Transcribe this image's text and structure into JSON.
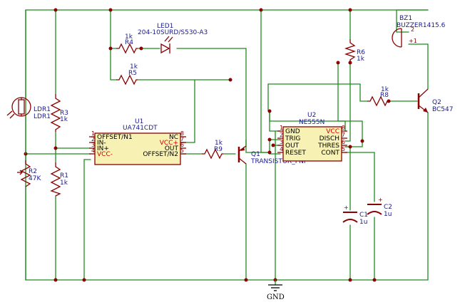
{
  "components": {
    "ldr1": {
      "ref": "LDR1",
      "value": "LDR1"
    },
    "r3": {
      "ref": "R3",
      "value": "1k"
    },
    "r1": {
      "ref": "R1",
      "value": "1k"
    },
    "r2": {
      "ref": "R2",
      "value": "47K"
    },
    "r4": {
      "ref": "R4",
      "value": "1k"
    },
    "r5": {
      "ref": "R5",
      "value": "1k"
    },
    "r9": {
      "ref": "R9",
      "value": "1k"
    },
    "r6": {
      "ref": "R6",
      "value": "1k"
    },
    "r8": {
      "ref": "R8",
      "value": "1k"
    },
    "led1": {
      "ref": "LED1",
      "value": "204-10SURD/S530-A3"
    },
    "u1": {
      "ref": "U1",
      "value": "UA741CDT",
      "left_pins": [
        {
          "num": "1",
          "name": "OFFSET/N1"
        },
        {
          "num": "2",
          "name": "IN-"
        },
        {
          "num": "3",
          "name": "IN+"
        },
        {
          "num": "4",
          "name": "VCC-"
        }
      ],
      "right_pins": [
        {
          "num": "8",
          "name": "NC"
        },
        {
          "num": "7",
          "name": "VCC+"
        },
        {
          "num": "6",
          "name": "OUT"
        },
        {
          "num": "5",
          "name": "OFFSET/N2"
        }
      ]
    },
    "q1": {
      "ref": "Q1",
      "value": "TRANSISTOR_PNP"
    },
    "u2": {
      "ref": "U2",
      "value": "NE555N",
      "left_pins": [
        {
          "num": "1",
          "name": "GND"
        },
        {
          "num": "2",
          "name": "TRIG"
        },
        {
          "num": "3",
          "name": "OUT"
        },
        {
          "num": "4",
          "name": "RESET"
        }
      ],
      "right_pins": [
        {
          "num": "8",
          "name": "VCC"
        },
        {
          "num": "7",
          "name": "DISCH"
        },
        {
          "num": "6",
          "name": "THRES"
        },
        {
          "num": "5",
          "name": "CONT"
        }
      ]
    },
    "c1": {
      "ref": "C1",
      "value": "1u"
    },
    "c2": {
      "ref": "C2",
      "value": "1u"
    },
    "q2": {
      "ref": "Q2",
      "value": "BC547"
    },
    "bz1": {
      "ref": "BZ1",
      "value": "BUZZER1415.6"
    },
    "gnd": {
      "label": "GND"
    }
  },
  "colors": {
    "wire": "#1f8a1f",
    "component": "#8b0000",
    "ic_fill": "#f7f2b3",
    "label": "#1a1a8b"
  }
}
